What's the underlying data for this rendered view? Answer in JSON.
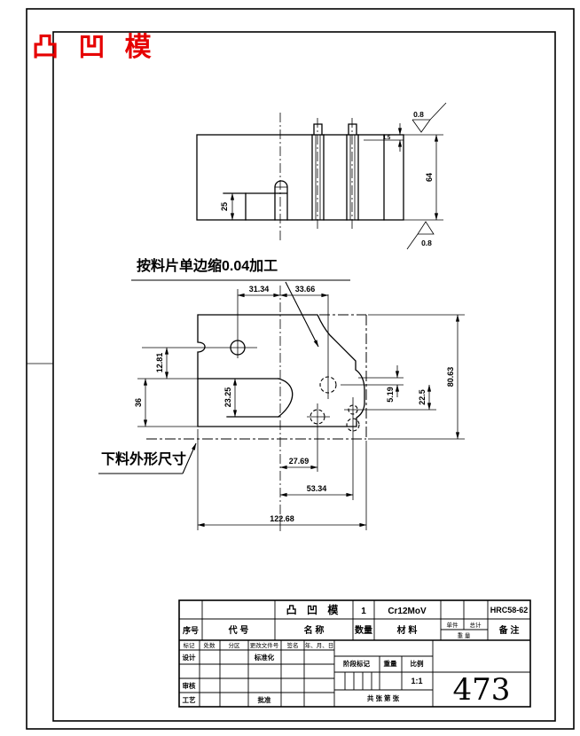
{
  "colors": {
    "line": "#000000",
    "red": "#e60000",
    "bg": "#ffffff"
  },
  "header": {
    "drawing_title": "凸 凹 模"
  },
  "notes": {
    "shrink": "按料片单边缩0.04加工",
    "blank": "下料外形尺寸"
  },
  "side_view": {
    "dim_25": "25",
    "dim_64": "64",
    "dim_step": "1.5",
    "rough_top": "0.8",
    "rough_bottom": "0.8"
  },
  "plan_view": {
    "dim_31_34": "31.34",
    "dim_33_66": "33.66",
    "dim_12_81": "12.81",
    "dim_36": "36",
    "dim_23_25": "23.25",
    "dim_5_19": "5.19",
    "dim_22_5": "22.5",
    "dim_80_63": "80.63",
    "dim_27_69": "27.69",
    "dim_53_34": "53.34",
    "dim_122_68": "122.68"
  },
  "title_block": {
    "part_name": "凸 凹 模",
    "qty": "1",
    "material": "Cr12MoV",
    "remark_value": "HRC58-62",
    "col_index": "序号",
    "col_code": "代 号",
    "col_name": "名 称",
    "col_qty": "数量",
    "col_material": "材 料",
    "col_unit": "单件",
    "col_total": "总计",
    "col_weight": "重 量",
    "col_remark": "备 注",
    "row_mark": "标记",
    "row_count": "处数",
    "row_zone": "分区",
    "row_change": "更改文件号",
    "row_sign": "签名",
    "row_date": "年、月、日",
    "design": "设计",
    "standard": "标准化",
    "check": "审核",
    "process": "工艺",
    "approve": "批准",
    "stage_mark": "阶段标记",
    "weight": "重量",
    "scale": "比例",
    "scale_value": "1:1",
    "sheets": "共  张  第  张",
    "drawing_no": "473"
  }
}
